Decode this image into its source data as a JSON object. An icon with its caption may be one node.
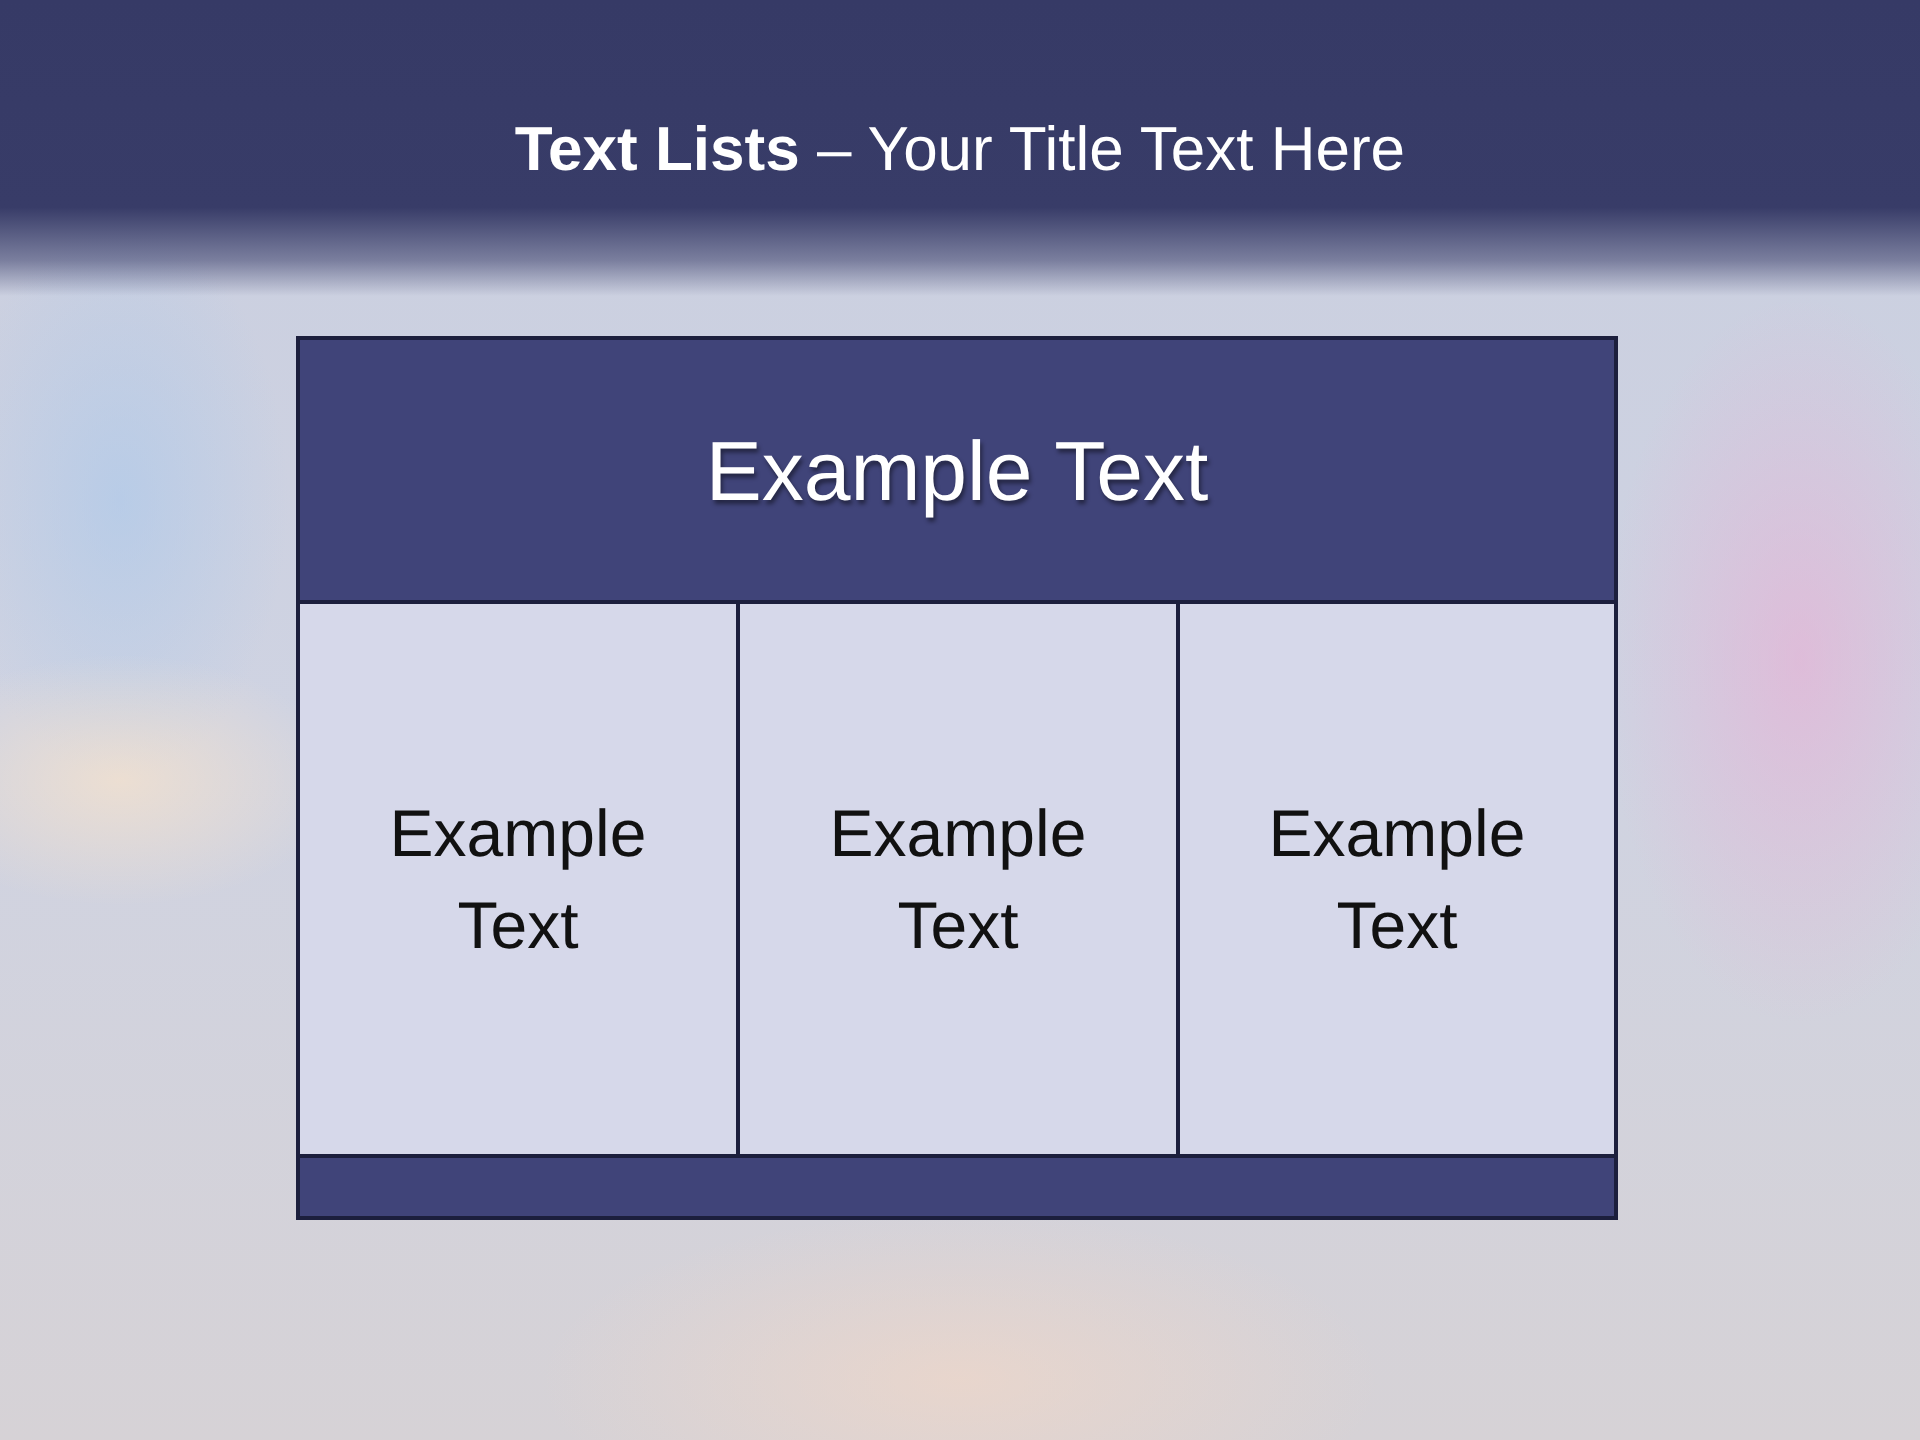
{
  "diagram": {
    "title": "**Text Lists** – Your Title Text Here",
    "nodes": [
      {
        "text": [
          "Example Text"
        ]
      },
      {
        "text": [
          "Example Text"
        ]
      },
      {
        "text": [
          "Example Text"
        ]
      },
      {
        "text": [
          "Example Text"
        ]
      },
      {
        "text": [],
        "shape": "bar"
      }
    ],
    "edges": []
  }
}
